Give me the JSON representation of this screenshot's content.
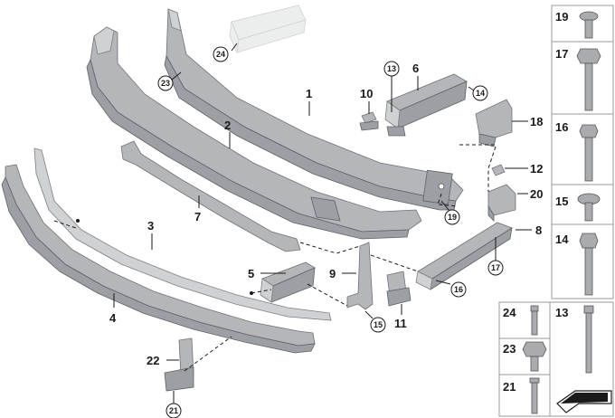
{
  "callouts": {
    "c1": "1",
    "c2": "2",
    "c3": "3",
    "c4": "4",
    "c5": "5",
    "c6": "6",
    "c7": "7",
    "c8": "8",
    "c9": "9",
    "c10": "10",
    "c11": "11",
    "c12": "12",
    "c18": "18",
    "c20": "20",
    "c22": "22"
  },
  "circled_callouts": {
    "c13": "13",
    "c14": "14",
    "c15": "15",
    "c16": "16",
    "c17": "17",
    "c19": "19",
    "c21": "21",
    "c23": "23",
    "c24": "24"
  },
  "fastener_panel": {
    "top": [
      "19",
      "17",
      "16",
      "15",
      "14"
    ],
    "bottom_left": [
      "24",
      "23",
      "21"
    ],
    "bottom_right": "13"
  },
  "colors": {
    "part_fill": "#b4b6b9",
    "part_dark": "#9c9fa3",
    "ghost_fill": "#eceded",
    "line": "#1a1a1a",
    "panel_border": "#9a9a9a"
  },
  "icons": {
    "orientation_arrow": "arrow-icon"
  }
}
